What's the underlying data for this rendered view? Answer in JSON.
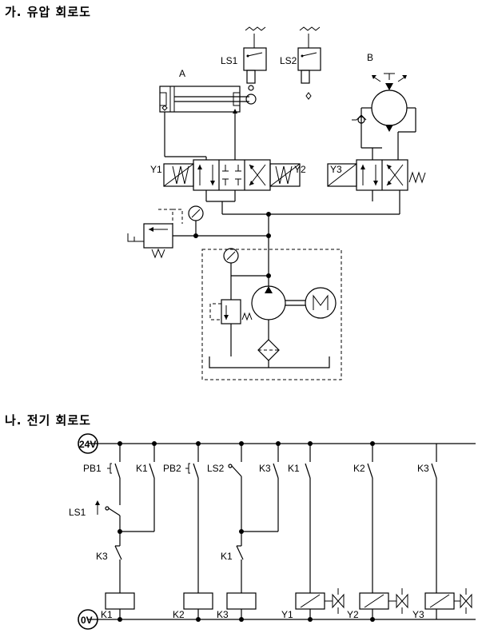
{
  "section_hydraulic": {
    "title": "가. 유압 회로도"
  },
  "section_electric": {
    "title": "나. 전기 회로도"
  },
  "hydraulic": {
    "cylinder_label": "A",
    "motor_label": "B",
    "limit_switch_1": "LS1",
    "limit_switch_2": "LS2",
    "solenoid_y1": "Y1",
    "solenoid_y2": "Y2",
    "solenoid_y3": "Y3"
  },
  "electric": {
    "supply_24v": "24V",
    "supply_0v": "0V",
    "contacts": {
      "pb1": "PB1",
      "k1_a": "K1",
      "pb2": "PB2",
      "ls2": "LS2",
      "k3_a": "K3",
      "k1_b": "K1",
      "k2": "K2",
      "k3_b": "K3",
      "ls1": "LS1",
      "k3_nc": "K3",
      "k1_nc": "K1"
    },
    "coils": {
      "k1": "K1",
      "k2": "K2",
      "k3": "K3",
      "y1": "Y1",
      "y2": "Y2",
      "y3": "Y3"
    }
  }
}
